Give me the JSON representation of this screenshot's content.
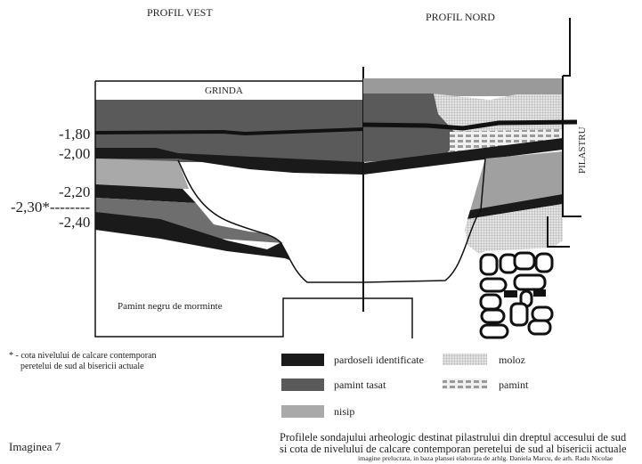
{
  "headings": {
    "profil_vest": "PROFIL VEST",
    "profil_nord": "PROFIL NORD"
  },
  "labels": {
    "grinda": "GRINDA",
    "pilastru": "PILASTRU",
    "pamint_negru": "Pamint negru de morminte"
  },
  "levels": [
    "-1,80",
    "-2,00",
    "-2,20",
    "-2,30*--------",
    "-2,40"
  ],
  "footnote": [
    "* - cota nivelului de calcare contemporan",
    "peretelui de sud al bisericii actuale"
  ],
  "legend": [
    {
      "label": "pardoseli identificate",
      "color": "#1a1a1a"
    },
    {
      "label": "pamint tasat",
      "color": "#5a5a5a"
    },
    {
      "label": "nisip",
      "color": "#a9a9a9"
    },
    {
      "label": "moloz",
      "color": "#cfcfcf"
    },
    {
      "label": "pamint",
      "color": "#e0e0e0"
    }
  ],
  "figure_label": "Imaginea 7",
  "caption": {
    "line1": "Profilele sondajului arheologic destinat pilastrului din dreptul accesului de sud",
    "line2": "si cota de nivelului de calcare contemporan peretelui de sud al bisericii actuale",
    "credit": "imagine prelucrata, in baza plansei elaborata de arhlg. Daniela Marcu, de arh. Radu Nicolae"
  }
}
